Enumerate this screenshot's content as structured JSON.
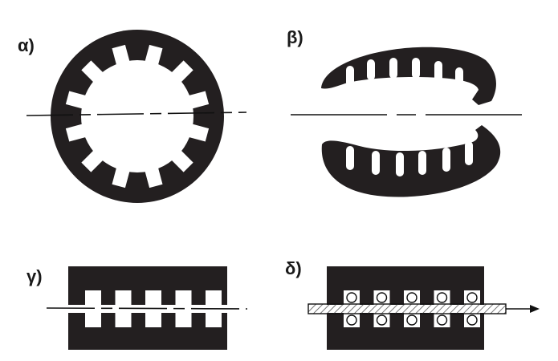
{
  "panels": [
    {
      "id": "a",
      "label": "α)"
    },
    {
      "id": "b",
      "label": "β)"
    },
    {
      "id": "c",
      "label": "γ)"
    },
    {
      "id": "d",
      "label": "δ)"
    }
  ],
  "colors": {
    "core": "#231f20",
    "background": "#ffffff",
    "line": "#111111",
    "hatch": "#555555"
  }
}
